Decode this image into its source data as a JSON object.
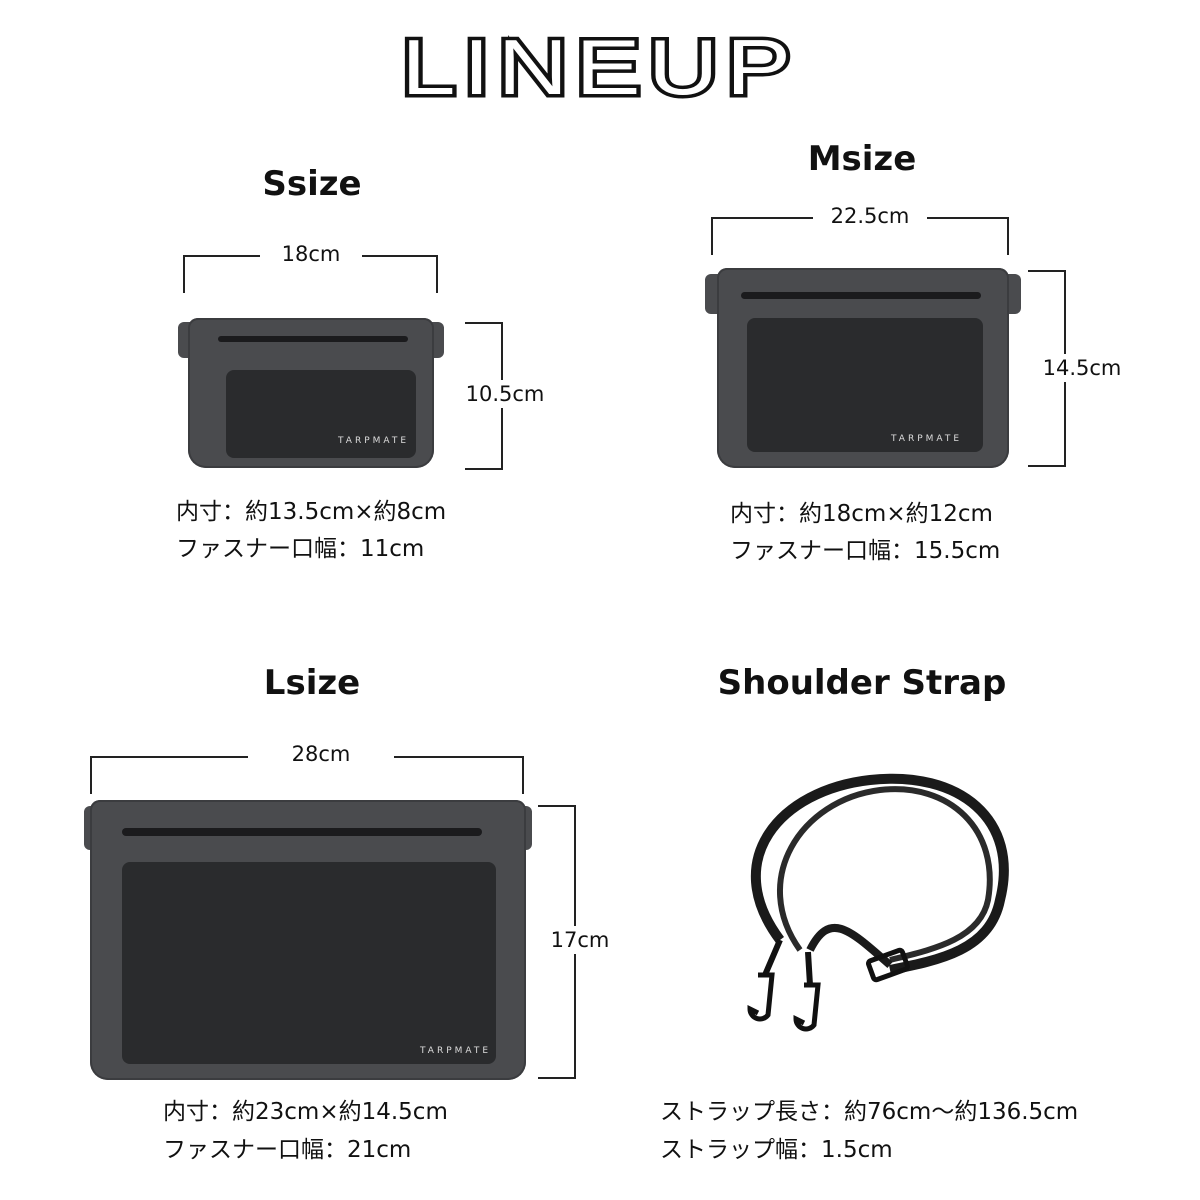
{
  "title": "LINEUP",
  "brand_logo": "TARPMATE",
  "sections": {
    "s": {
      "heading": "Ssize",
      "width": "18cm",
      "height": "10.5cm",
      "spec1": "内寸：約13.5cm×約8cm",
      "spec2": "ファスナー口幅：11cm"
    },
    "m": {
      "heading": "Msize",
      "width": "22.5cm",
      "height": "14.5cm",
      "spec1": "内寸：約18cm×約12cm",
      "spec2": "ファスナー口幅：15.5cm"
    },
    "l": {
      "heading": "Lsize",
      "width": "28cm",
      "height": "17cm",
      "spec1": "内寸：約23cm×約14.5cm",
      "spec2": "ファスナー口幅：21cm"
    },
    "strap": {
      "heading": "Shoulder Strap",
      "spec1": "ストラップ長さ：約76cm〜約136.5cm",
      "spec2": "ストラップ幅：1.5cm"
    }
  }
}
